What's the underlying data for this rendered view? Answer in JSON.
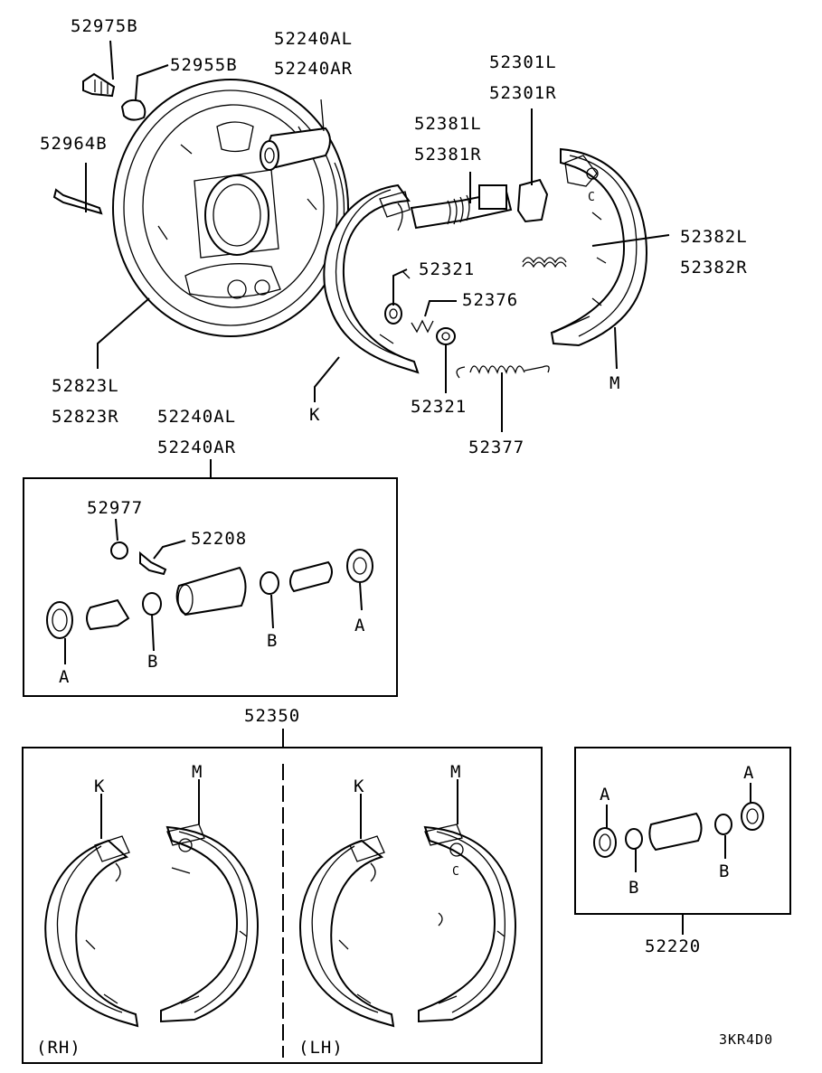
{
  "labels": {
    "p52975B": "52975B",
    "p52955B": "52955B",
    "p52240AL_top": "52240AL",
    "p52240AR_top": "52240AR",
    "p52301L": "52301L",
    "p52301R": "52301R",
    "p52381L": "52381L",
    "p52381R": "52381R",
    "p52964B": "52964B",
    "p52382L": "52382L",
    "p52382R": "52382R",
    "p52321_a": "52321",
    "p52376": "52376",
    "p52321_b": "52321",
    "m_top": "M",
    "k_top": "K",
    "p52823L": "52823L",
    "p52823R": "52823R",
    "p52240AL_mid": "52240AL",
    "p52240AR_mid": "52240AR",
    "p52377": "52377",
    "p52977": "52977",
    "p52208": "52208",
    "a_box1_right": "A",
    "b_box1_mid": "B",
    "b_box1_left": "B",
    "a_box1_left": "A",
    "p52350": "52350",
    "k_rh": "K",
    "m_rh": "M",
    "k_lh": "K",
    "m_lh": "M",
    "rh": "(RH)",
    "lh": "(LH)",
    "a_box3_left": "A",
    "a_box3_right": "A",
    "b_box3_left": "B",
    "b_box3_right": "B",
    "p52220": "52220",
    "diagram_code": "3KR4D0"
  }
}
